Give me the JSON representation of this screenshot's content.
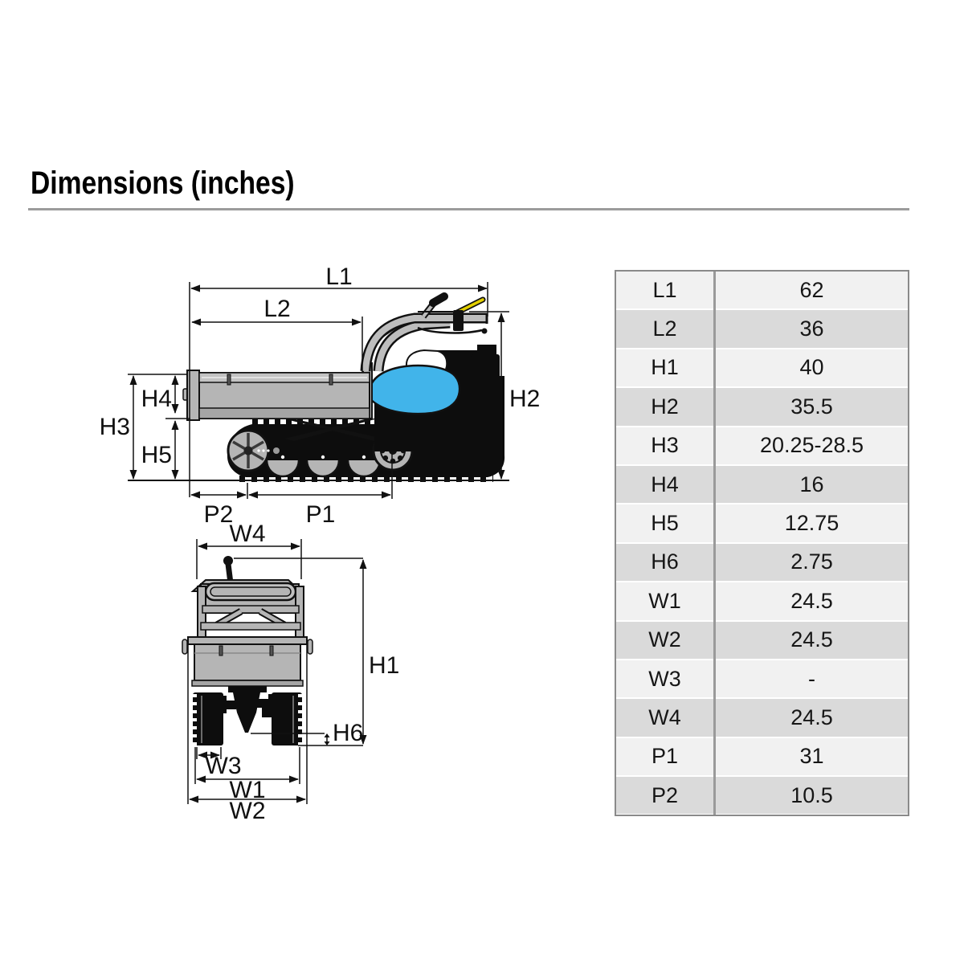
{
  "page": {
    "title": "Dimensions (inches)"
  },
  "dim_labels": {
    "L1": "L1",
    "L2": "L2",
    "H1": "H1",
    "H2": "H2",
    "H3": "H3",
    "H4": "H4",
    "H5": "H5",
    "H6": "H6",
    "W1": "W1",
    "W2": "W2",
    "W3": "W3",
    "W4": "W4",
    "P1": "P1",
    "P2": "P2"
  },
  "colors": {
    "fuel_tank_blue": "#41b4ea",
    "throttle_lever_yellow": "#e2cf00",
    "machine_gray": "#b5b5b5",
    "track_black": "#0d0d0d",
    "table_row_light": "#f1f1f1",
    "table_row_dark": "#dadada",
    "rule_gray": "#9c9c9c"
  },
  "table": {
    "rows": [
      {
        "label": "L1",
        "value": "62"
      },
      {
        "label": "L2",
        "value": "36"
      },
      {
        "label": "H1",
        "value": "40"
      },
      {
        "label": "H2",
        "value": "35.5"
      },
      {
        "label": "H3",
        "value": "20.25-28.5"
      },
      {
        "label": "H4",
        "value": "16"
      },
      {
        "label": "H5",
        "value": "12.75"
      },
      {
        "label": "H6",
        "value": "2.75"
      },
      {
        "label": "W1",
        "value": "24.5"
      },
      {
        "label": "W2",
        "value": "24.5"
      },
      {
        "label": "W3",
        "value": "-"
      },
      {
        "label": "W4",
        "value": "24.5"
      },
      {
        "label": "P1",
        "value": "31"
      },
      {
        "label": "P2",
        "value": "10.5"
      }
    ]
  }
}
